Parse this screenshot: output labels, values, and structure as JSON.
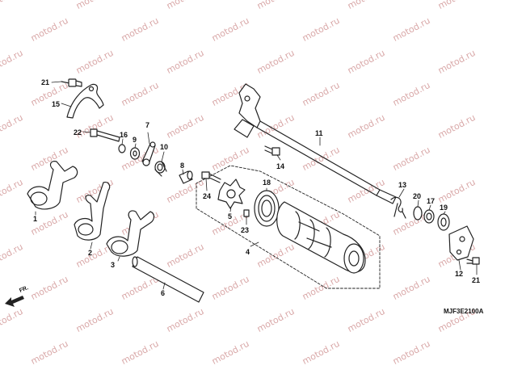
{
  "watermark": "motod.ru",
  "diagram_code": "MJF3E2100A",
  "front_arrow_label": "FR.",
  "part_numbers": [
    "1",
    "2",
    "3",
    "4",
    "5",
    "6",
    "7",
    "8",
    "9",
    "10",
    "11",
    "12",
    "13",
    "14",
    "15",
    "16",
    "17",
    "18",
    "19",
    "20",
    "21",
    "21",
    "22",
    "23",
    "24"
  ]
}
